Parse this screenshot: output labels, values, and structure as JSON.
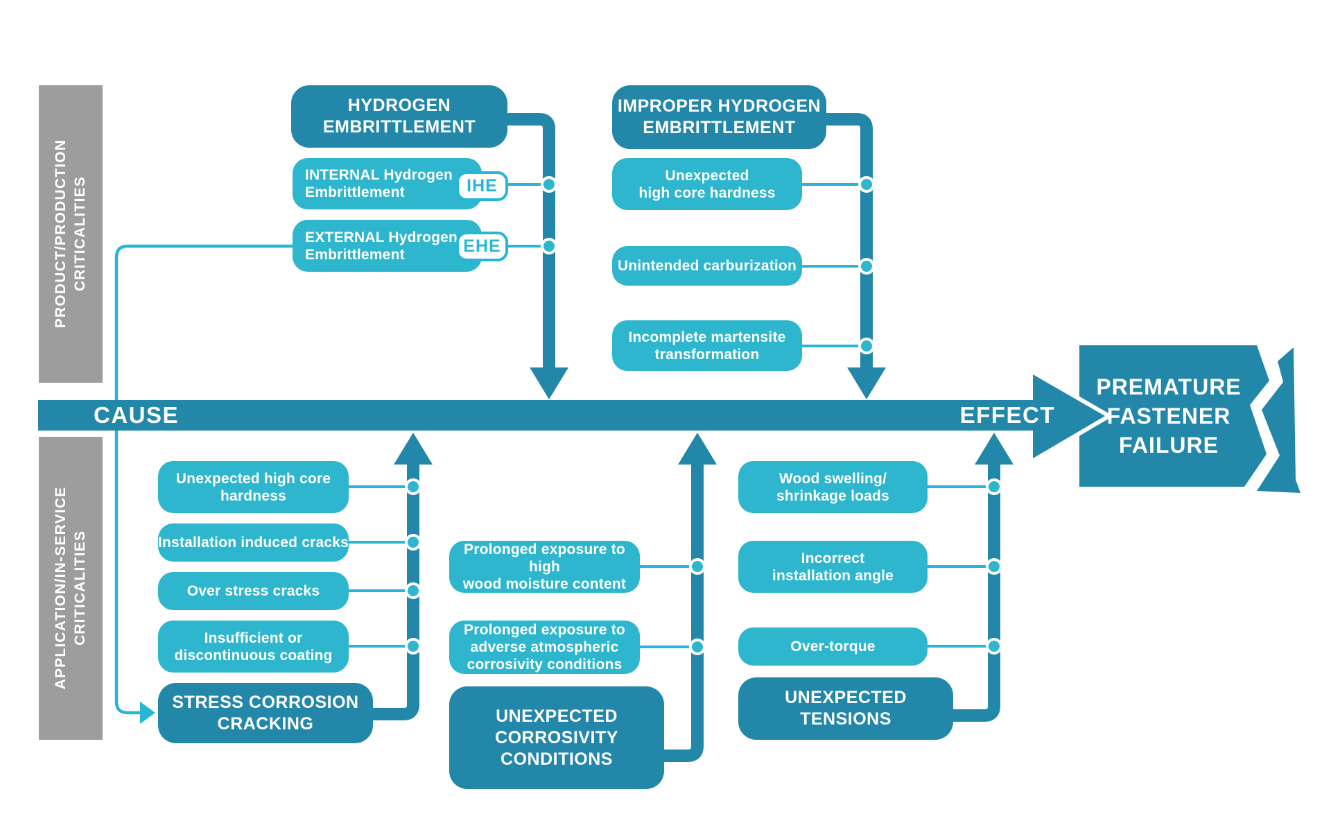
{
  "axis": {
    "cause_label": "CAUSE",
    "effect_label": "EFFECT"
  },
  "effect_box": {
    "label": "PREMATURE\nFASTENER\nFAILURE"
  },
  "lanes": {
    "top": {
      "label": "PRODUCT/PRODUCTION\nCRITICALITIES"
    },
    "bottom": {
      "label": "APPLICATION/IN-SERVICE\nCRITICALITIES"
    }
  },
  "groups": {
    "hydrogen": {
      "title": "HYDROGEN\nEMBRITTLEMENT",
      "items": [
        {
          "label": "INTERNAL Hydrogen\nEmbrittlement",
          "badge": "IHE"
        },
        {
          "label": "EXTERNAL Hydrogen\nEmbrittlement",
          "badge": "EHE"
        }
      ]
    },
    "improper": {
      "title": "IMPROPER HYDROGEN\nEMBRITTLEMENT",
      "items": [
        {
          "label": "Unexpected\nhigh core hardness"
        },
        {
          "label": "Unintended carburization"
        },
        {
          "label": "Incomplete martensite\ntransformation"
        }
      ]
    },
    "scc": {
      "title": "STRESS CORROSION\nCRACKING",
      "items": [
        {
          "label": "Unexpected high core\nhardness"
        },
        {
          "label": "Installation induced cracks"
        },
        {
          "label": "Over stress cracks"
        },
        {
          "label": "Insufficient or\ndiscontinuous coating"
        }
      ]
    },
    "corrosivity": {
      "title": "UNEXPECTED\nCORROSIVITY\nCONDITIONS",
      "items": [
        {
          "label": "Prolonged exposure to high\nwood moisture content"
        },
        {
          "label": "Prolonged exposure to\nadverse atmospheric\ncorrosivity conditions"
        }
      ]
    },
    "tensions": {
      "title": "UNEXPECTED\nTENSIONS",
      "items": [
        {
          "label": "Wood swelling/\nshrinkage loads"
        },
        {
          "label": "Incorrect\ninstallation angle"
        },
        {
          "label": "Over-torque"
        }
      ]
    }
  },
  "colors": {
    "dark_teal": "#2387a9",
    "light_teal": "#2db6cd",
    "line_cyan": "#28b6d6",
    "lane_gray": "#9d9d9d",
    "background": "#ffffff",
    "text_white": "#ffffff"
  }
}
